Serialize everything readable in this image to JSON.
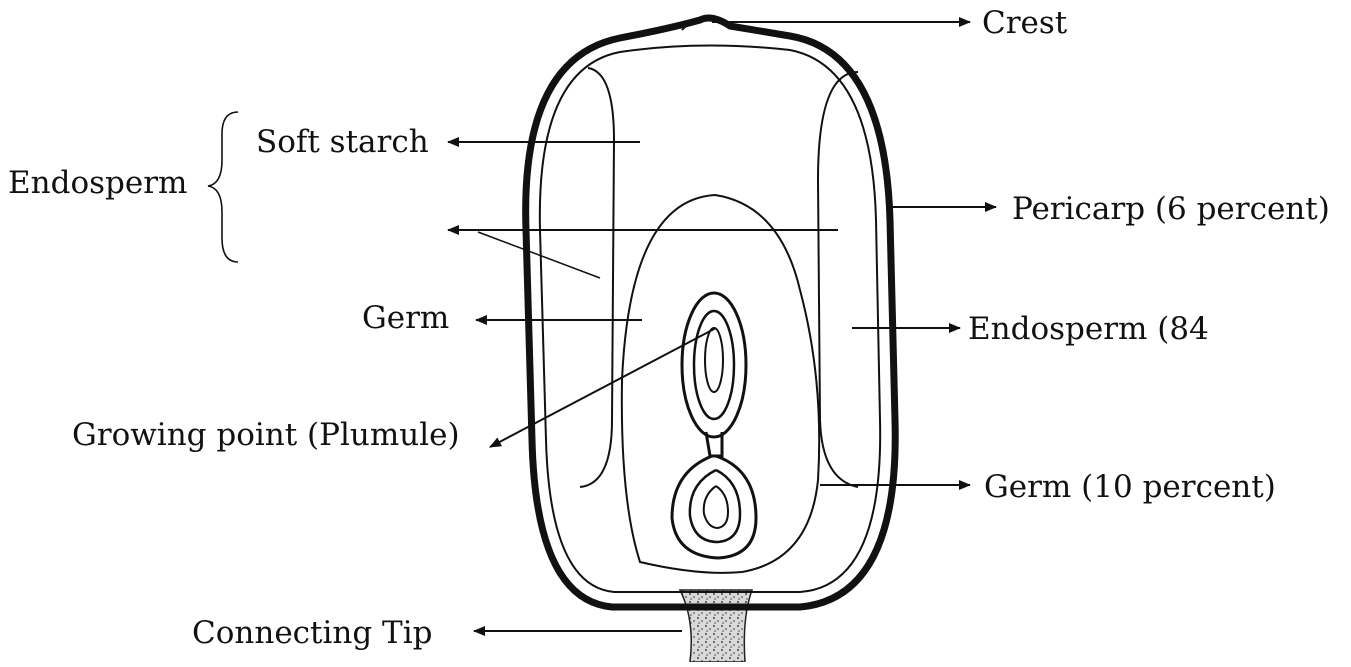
{
  "diagram": {
    "labels": {
      "crest": "Crest",
      "soft_starch": "Soft starch",
      "endosperm_group": "Endosperm",
      "pericarp": "Pericarp (6 percent)",
      "germ_left": "Germ",
      "endosperm_right": "Endosperm (84",
      "growing_point": "Growing point (Plumule)",
      "germ_right": "Germ (10 percent)",
      "connecting_tip": "Connecting Tip"
    },
    "colors": {
      "ink": "#111111",
      "background": "#ffffff",
      "tip_fill": "#b5b5b5"
    }
  }
}
